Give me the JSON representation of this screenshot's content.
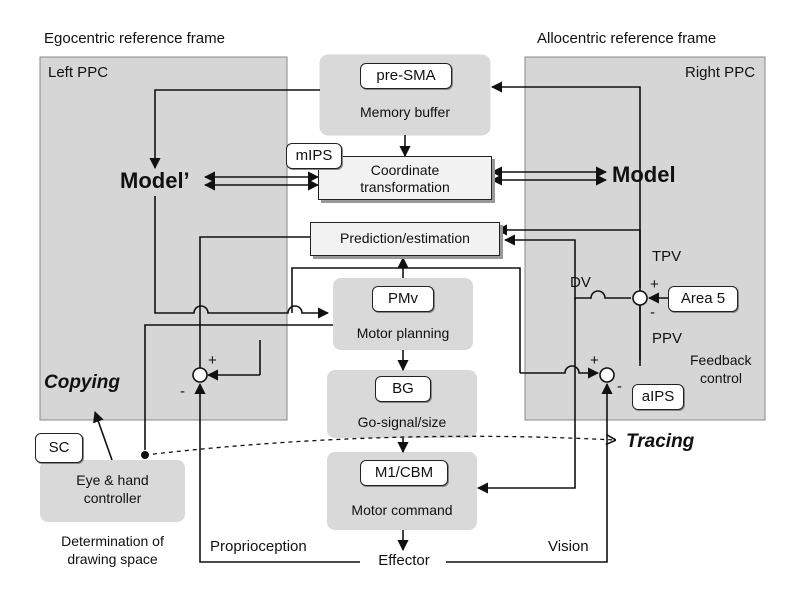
{
  "frames": {
    "egocentric": "Egocentric reference frame",
    "allocentric": "Allocentric reference frame"
  },
  "regions": {
    "left": "Left PPC",
    "right": "Right PPC"
  },
  "nodes": {
    "presma": "pre-SMA",
    "memory_buffer": "Memory buffer",
    "mips": "mIPS",
    "coord_line1": "Coordinate",
    "coord_line2": "transformation",
    "model_prime": "Model’",
    "model": "Model",
    "prediction": "Prediction/estimation",
    "pmv": "PMv",
    "motor_planning": "Motor planning",
    "bg": "BG",
    "go_signal": "Go-signal/size",
    "m1cbm": "M1/CBM",
    "motor_command": "Motor command",
    "effector": "Effector",
    "area5": "Area 5",
    "aips": "aIPS",
    "sc": "SC",
    "eye_hand_line1": "Eye & hand",
    "eye_hand_line2": "controller"
  },
  "labels": {
    "tpv": "TPV",
    "dv": "DV",
    "ppv": "PPV",
    "feedback_line1": "Feedback",
    "feedback_line2": "control",
    "copying": "Copying",
    "tracing": "Tracing",
    "proprioception": "Proprioception",
    "vision": "Vision",
    "determination_line1": "Determination of",
    "determination_line2": "drawing space",
    "plus": "+",
    "minus": "-"
  }
}
